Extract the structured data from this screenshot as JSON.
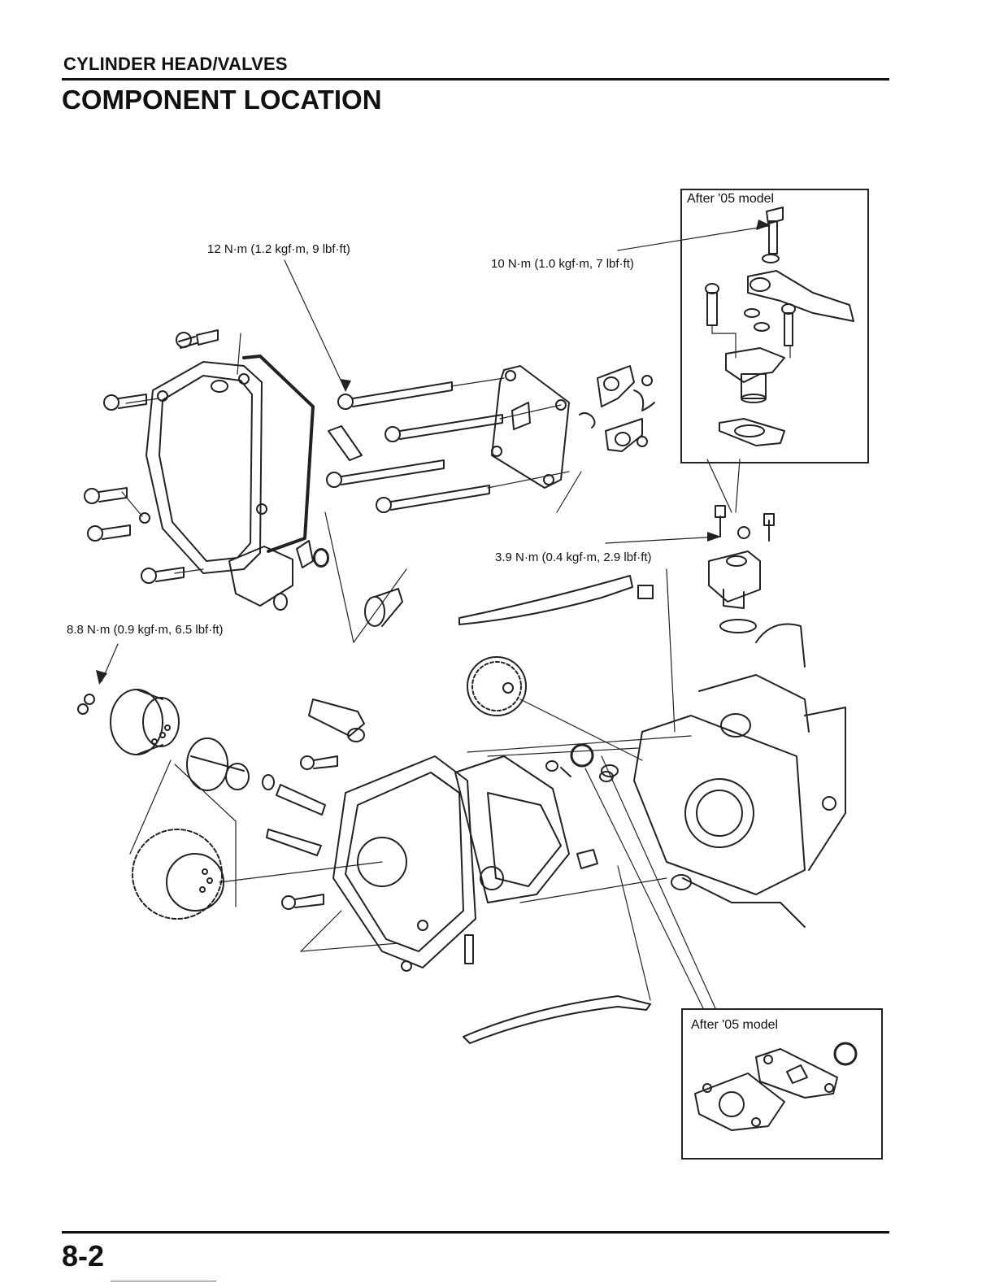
{
  "header": {
    "section": "CYLINDER HEAD/VALVES",
    "title": "COMPONENT LOCATION"
  },
  "callouts": {
    "torque_cover": "12 N·m (1.2 kgf·m, 9 lbf·ft)",
    "torque_tensioner_top": "10 N·m (1.0 kgf·m, 7 lbf·ft)",
    "torque_tensioner": "3.9 N·m (0.4 kgf·m, 2.9 lbf·ft)",
    "torque_sprocket": "8.8 N·m (0.9 kgf·m, 6.5 lbf·ft)"
  },
  "insets": {
    "tensioner_inset_label": "After '05 model",
    "gasket_inset_label": "After '05 model"
  },
  "footer": {
    "page_number": "8-2"
  }
}
